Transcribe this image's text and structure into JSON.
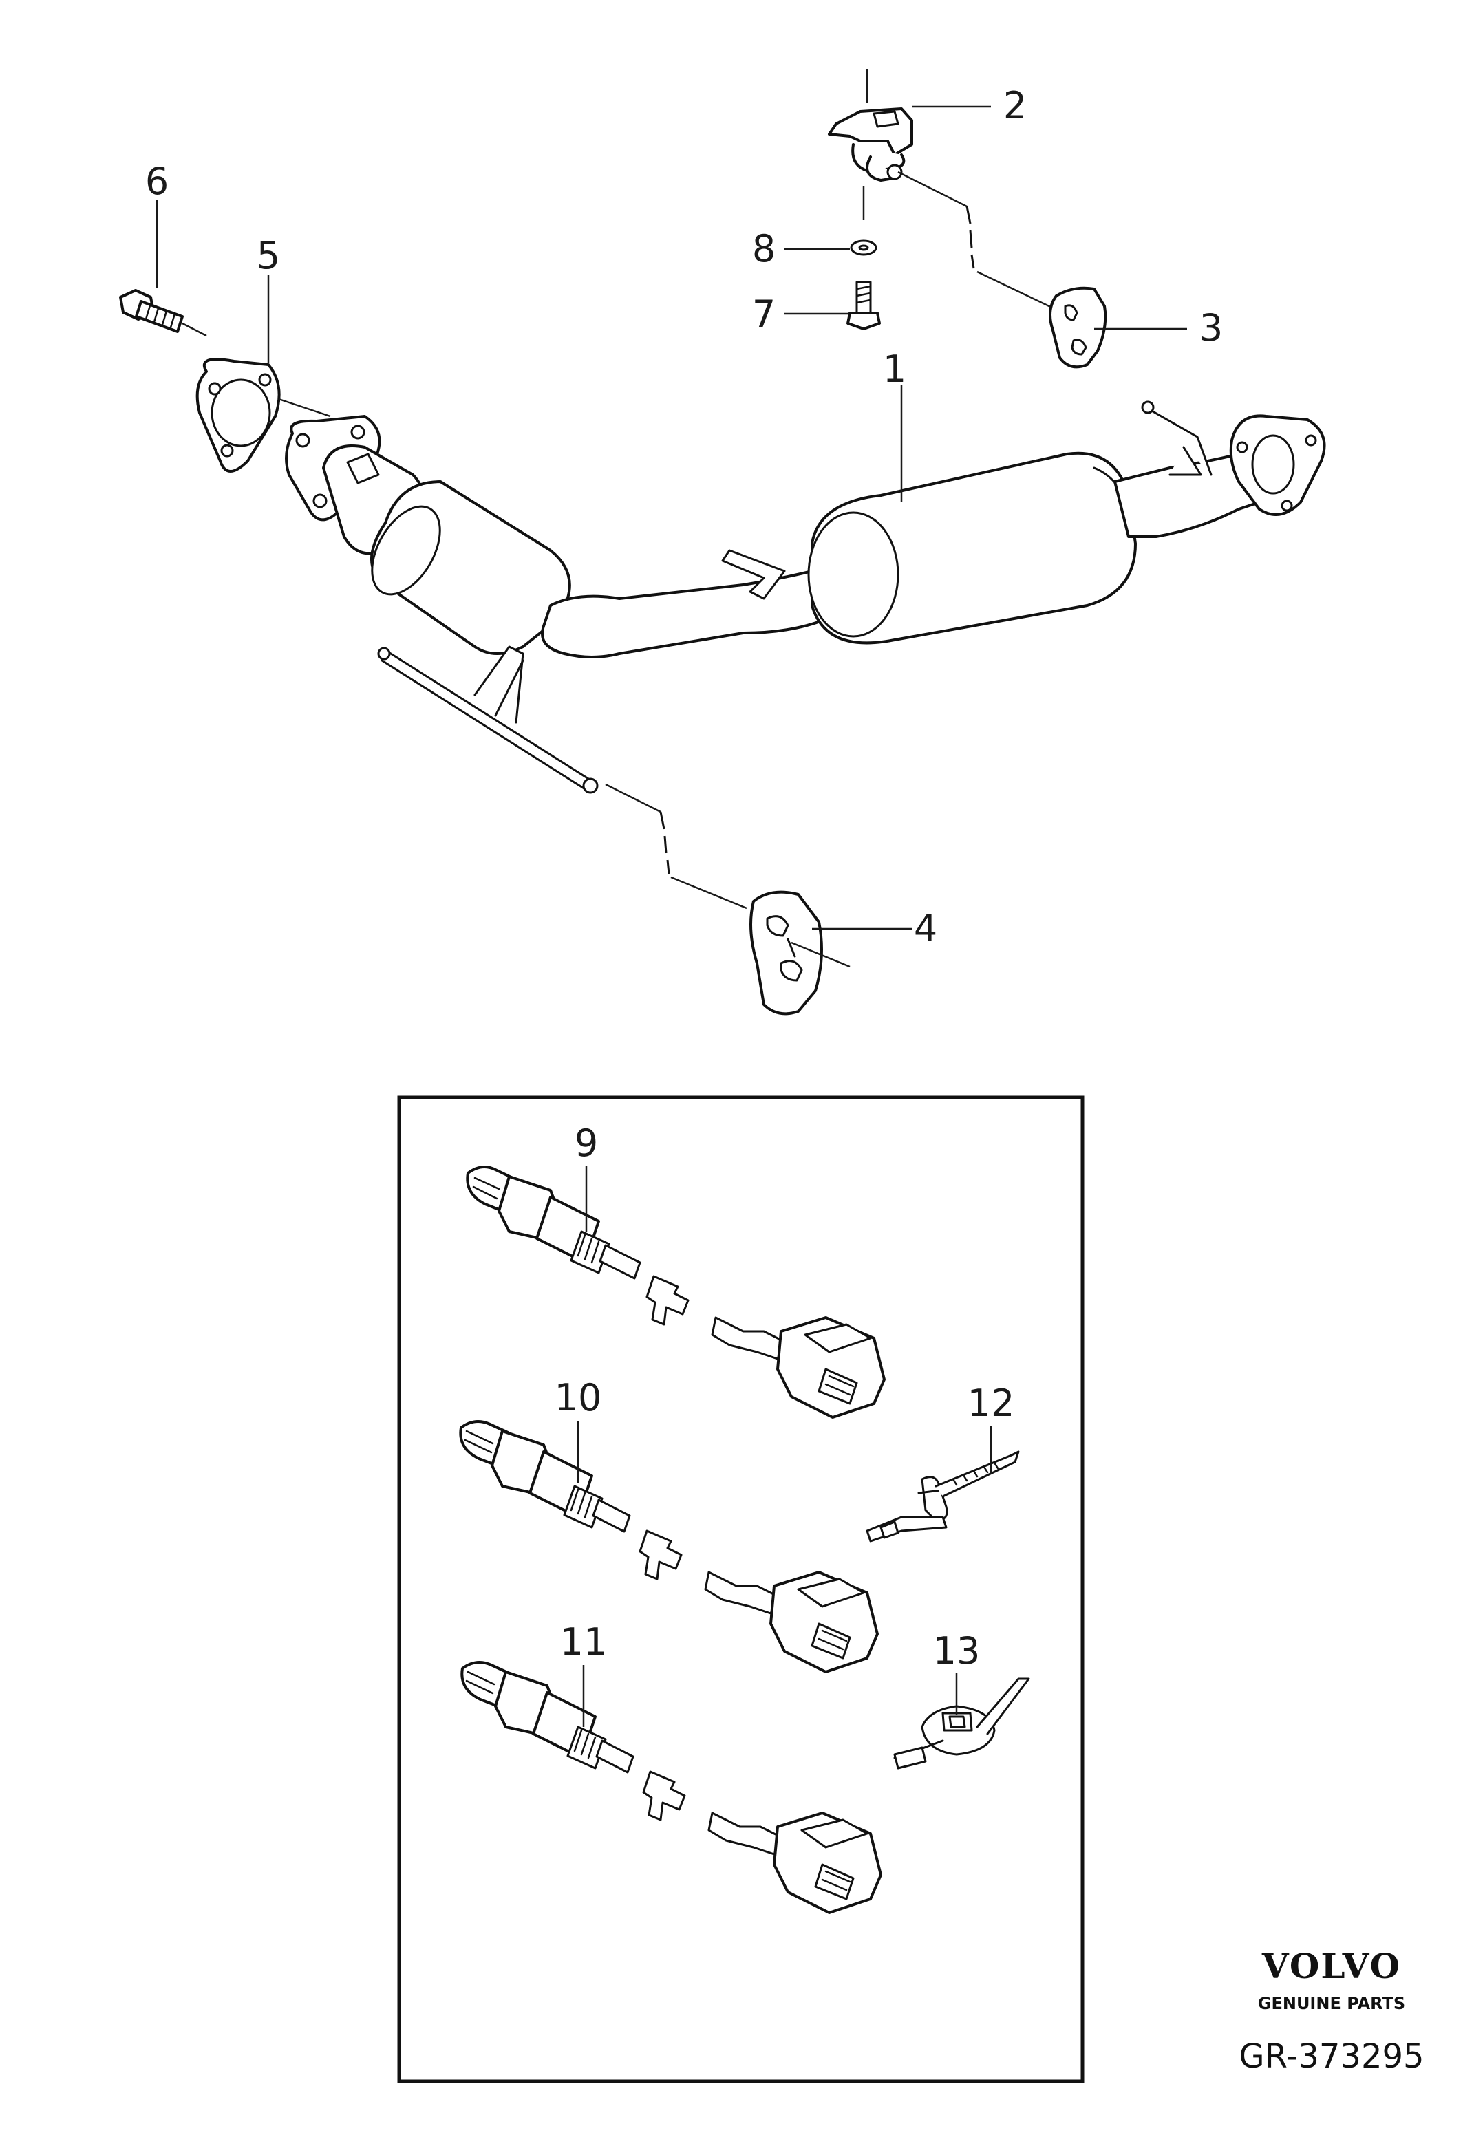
{
  "callouts": {
    "c1": "1",
    "c2": "2",
    "c3": "3",
    "c4": "4",
    "c5": "5",
    "c6": "6",
    "c7": "7",
    "c8": "8",
    "c9": "9",
    "c10": "10",
    "c11": "11",
    "c12": "12",
    "c13": "13"
  },
  "brand": {
    "name": "VOLVO",
    "tagline": "GENUINE PARTS",
    "reference": "GR-373295"
  }
}
